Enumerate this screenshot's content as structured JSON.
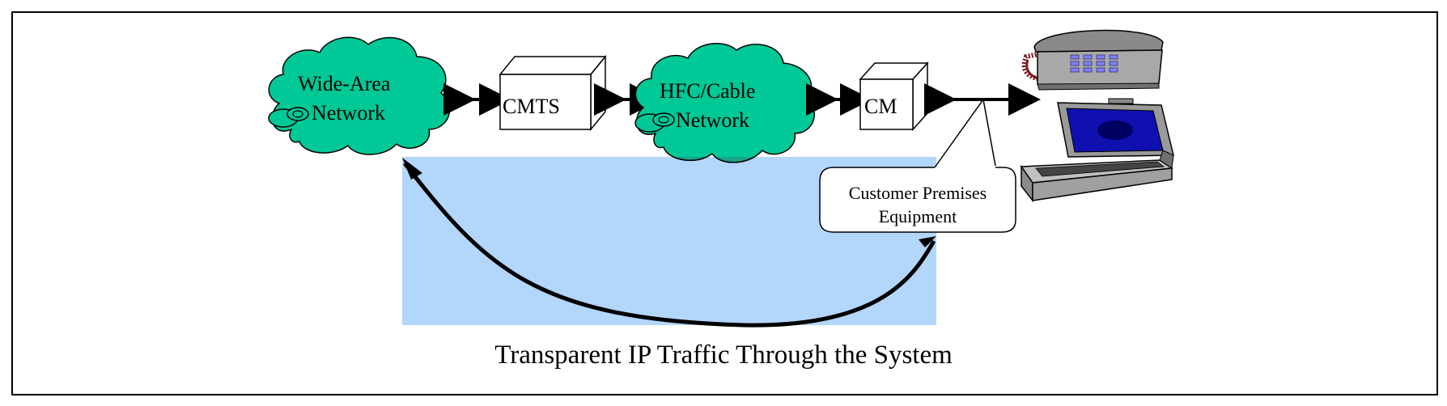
{
  "diagram": {
    "wan": {
      "line1": "Wide-Area",
      "line2": "Network"
    },
    "cmts": "CMTS",
    "hfc": {
      "line1": "HFC/Cable",
      "line2": "Network"
    },
    "cm": "CM",
    "callout": {
      "line1": "Customer Premises",
      "line2": "Equipment"
    },
    "caption": "Transparent IP Traffic Through the System"
  },
  "colors": {
    "cloud": "#00C896",
    "highlight": "#B3D6FB",
    "cloud_overlap": "#18A38A"
  }
}
